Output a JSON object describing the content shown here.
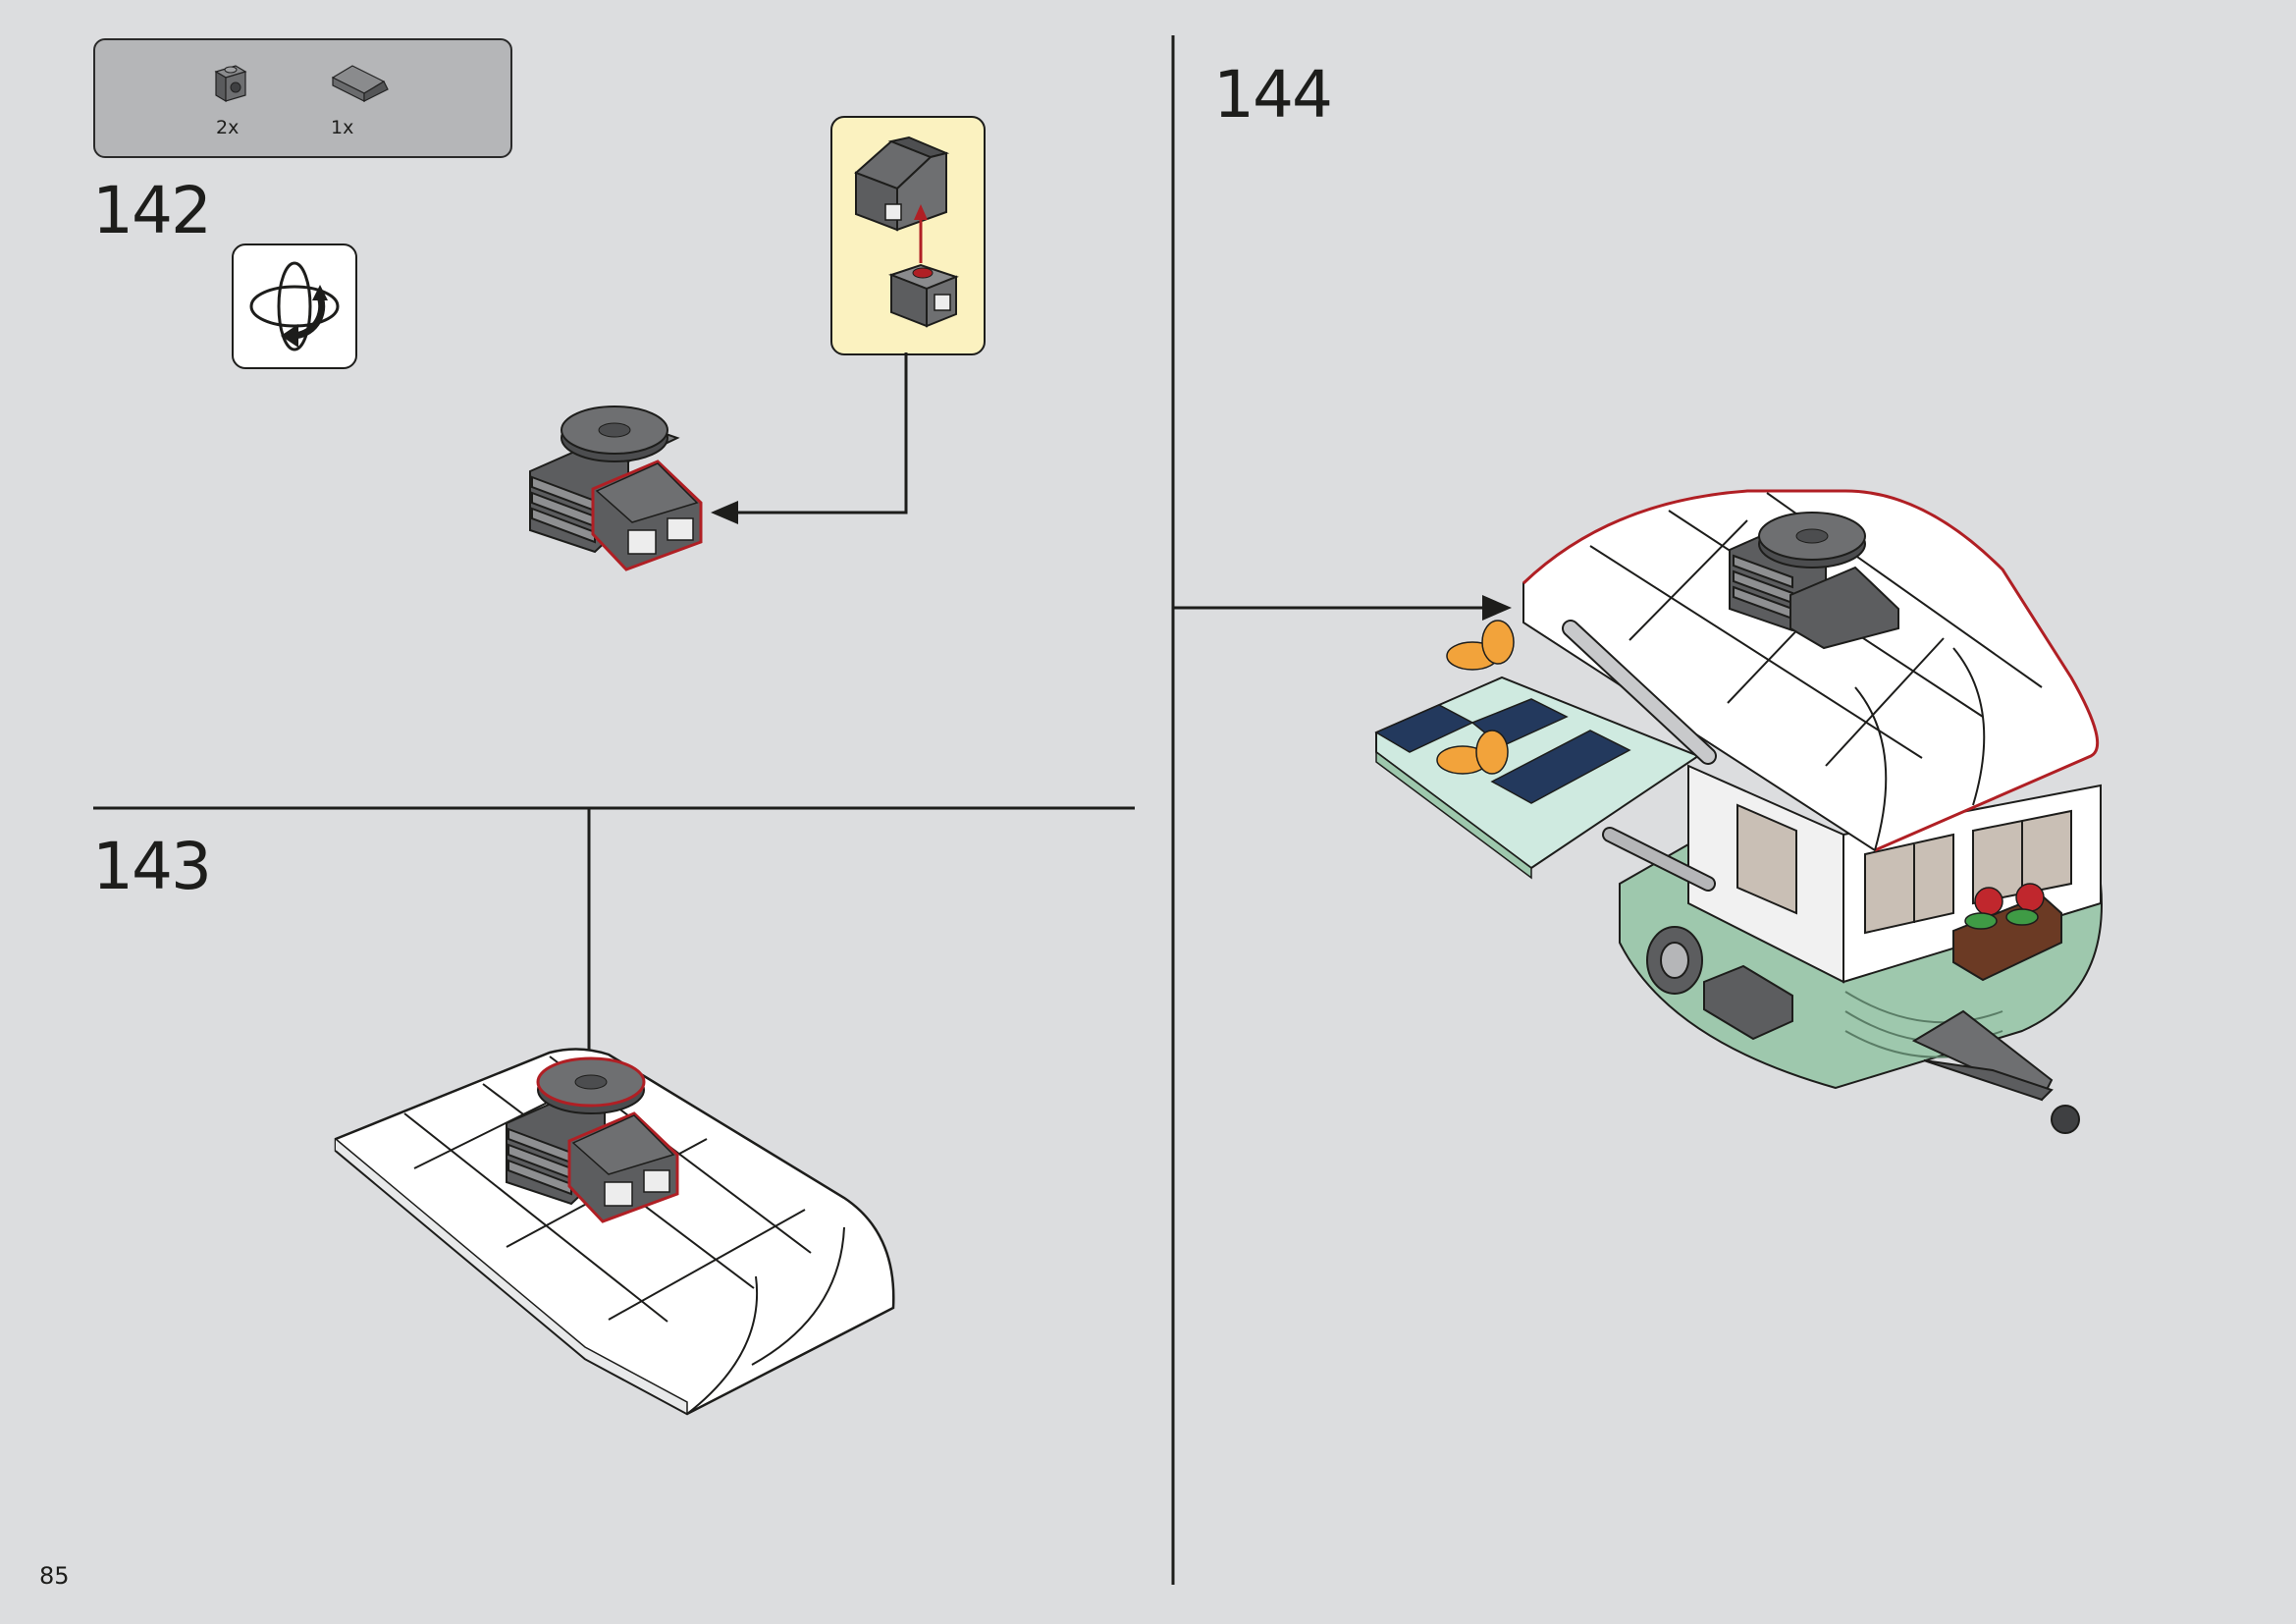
{
  "page_number": "85",
  "parts": [
    {
      "quantity": "2x",
      "icon": "brick-1x1-clip-icon"
    },
    {
      "quantity": "1x",
      "icon": "slope-brick-icon"
    }
  ],
  "steps": [
    {
      "number": "142"
    },
    {
      "number": "143"
    },
    {
      "number": "144"
    }
  ],
  "colors": {
    "background": "#dcdddf",
    "parts_box": "#b5b6b8",
    "callout": "#fbf2c0",
    "highlight": "#b01f24",
    "dark_gray": "#5f6062",
    "sand_green": "#9ec8ad",
    "dark_blue": "#23395d"
  }
}
